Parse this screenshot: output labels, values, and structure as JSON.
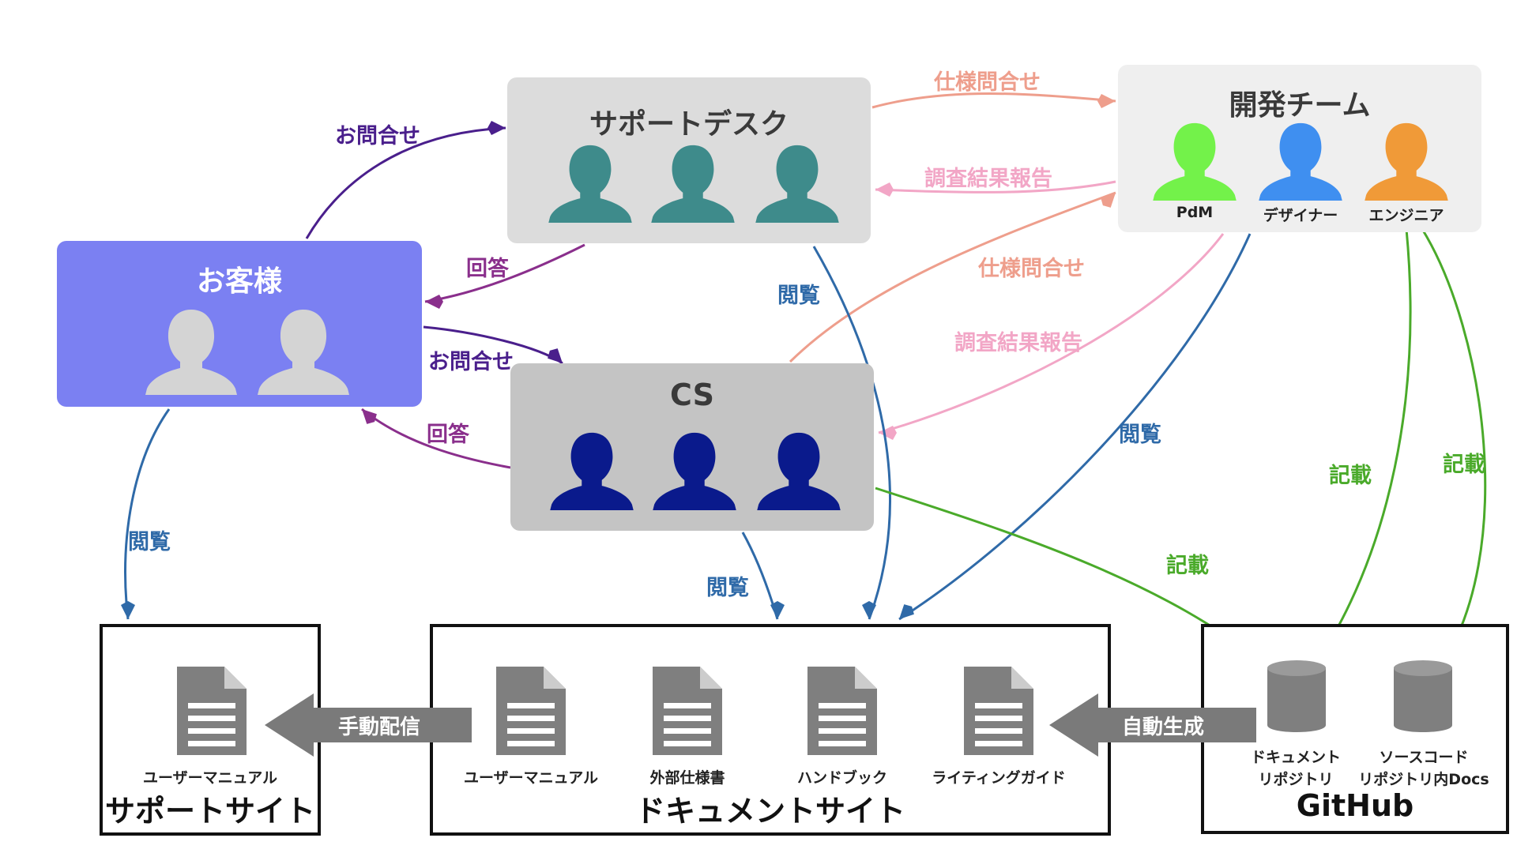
{
  "colors": {
    "customer_box": "#7b80f2",
    "support_box": "#dcdcdc",
    "cs_box": "#c4c4c4",
    "dev_box": "#efefef",
    "person_gray": "#d4d4d4",
    "person_teal": "#3e8b8b",
    "person_navy": "#0a1a8c",
    "person_green": "#73f24a",
    "person_blue": "#3f8ff0",
    "person_orange": "#f09a38",
    "inquiry_purple": "#4a1f8c",
    "answer_purple": "#8a2f8c",
    "spec_salmon": "#ee9e8c",
    "report_pink": "#f2a6c6",
    "browse_blue": "#2f6aa8",
    "write_green": "#4aaa2a",
    "gray_arrow": "#7a7a7a",
    "doc_gray": "#7f7f7f"
  },
  "nodes": {
    "customer": {
      "title": "お客様"
    },
    "support_desk": {
      "title": "サポートデスク"
    },
    "cs": {
      "title": "CS"
    },
    "dev_team": {
      "title": "開発チーム",
      "members": [
        "PdM",
        "デザイナー",
        "エンジニア"
      ]
    }
  },
  "sites": {
    "support_site": {
      "title": "サポートサイト",
      "docs": [
        "ユーザーマニュアル"
      ]
    },
    "document_site": {
      "title": "ドキュメントサイト",
      "docs": [
        "ユーザーマニュアル",
        "外部仕様書",
        "ハンドブック",
        "ライティングガイド"
      ]
    },
    "github": {
      "title": "GitHub",
      "repos": [
        {
          "line1": "ドキュメント",
          "line2": "リポジトリ"
        },
        {
          "line1": "ソースコード",
          "line2": "リポジトリ内Docs"
        }
      ]
    }
  },
  "edge_labels": {
    "customer_to_support_inquiry": "お問合せ",
    "support_to_customer_answer": "回答",
    "customer_to_cs_inquiry": "お問合せ",
    "cs_to_customer_answer": "回答",
    "support_to_dev_spec": "仕様問合せ",
    "dev_to_support_report": "調査結果報告",
    "cs_to_dev_spec": "仕様問合せ",
    "dev_to_cs_report": "調査結果報告",
    "customer_browse_support_site": "閲覧",
    "support_browse_docsite": "閲覧",
    "cs_browse_docsite": "閲覧",
    "dev_browse_docsite": "閲覧",
    "cs_write_github": "記載",
    "engineer_write_doc_repo": "記載",
    "engineer_write_src_docs": "記載"
  },
  "flows": {
    "manual_delivery": "手動配信",
    "auto_generate": "自動生成"
  }
}
